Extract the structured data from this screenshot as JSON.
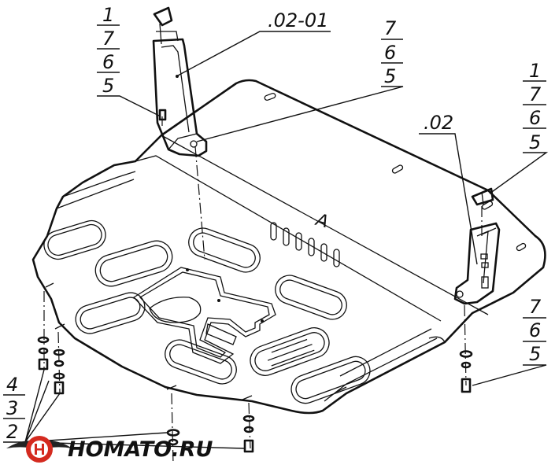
{
  "callouts": {
    "left_bracket": [
      "1",
      "7",
      "6",
      "5"
    ],
    "top_center": ".02-01",
    "center_right": [
      "7",
      "6",
      "5"
    ],
    "right_bracket": [
      "1",
      "7",
      "6",
      "5"
    ],
    "right_label": ".02",
    "bottom_right": [
      "7",
      "6",
      "5"
    ],
    "bottom_left": [
      "4",
      "3",
      "2"
    ]
  },
  "plate_marking": "A",
  "logo": {
    "text": "HOMATO.RU",
    "colors": {
      "red": "#d42a1f",
      "dark": "#222222",
      "white": "#ffffff"
    }
  }
}
